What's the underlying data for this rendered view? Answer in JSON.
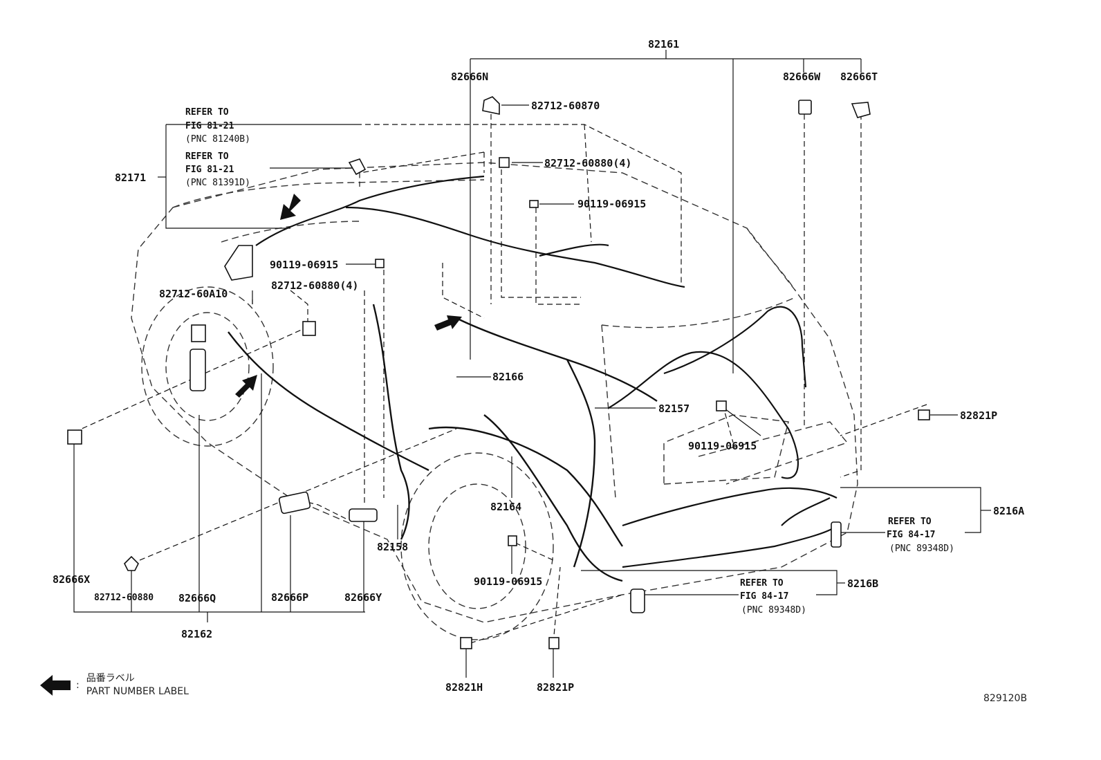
{
  "figure_id": "829120B",
  "legend": {
    "line1": "品番ラベル",
    "line2": "PART NUMBER LABEL"
  },
  "callouts": {
    "p82161": "82161",
    "p82666N": "82666N",
    "p82666W": "82666W",
    "p82666T": "82666T",
    "p82712_60870": "82712-60870",
    "p82712_60880_4_top": "82712-60880(4)",
    "p90119_06915_top": "90119-06915",
    "p90119_06915_mid": "90119-06915",
    "p82712_60880_4_mid": "82712-60880(4)",
    "p82712_60A10": "82712-60A10",
    "p82171": "82171",
    "p82166": "82166",
    "p82157": "82157",
    "p90119_06915_right": "90119-06915",
    "p82821P_right": "82821P",
    "p8216A": "8216A",
    "p82164": "82164",
    "p82158": "82158",
    "p90119_06915_bottom": "90119-06915",
    "p8216B": "8216B",
    "p82666X": "82666X",
    "p82712_60880_low": "82712-60880",
    "p82666Q": "82666Q",
    "p82666P": "82666P",
    "p82666Y": "82666Y",
    "p82162": "82162",
    "p82821H": "82821H",
    "p82821P_bottom": "82821P"
  },
  "refer_notes": {
    "note1": {
      "line1": "REFER TO",
      "line2": "FIG 81-21",
      "line3": "(PNC 81240B)"
    },
    "note2": {
      "line1": "REFER TO",
      "line2": "FIG 81-21",
      "line3": "(PNC 81391D)"
    },
    "note3": {
      "line1": "REFER TO",
      "line2": "FIG 84-17",
      "line3": "(PNC 89348D)"
    },
    "note4": {
      "line1": "REFER TO",
      "line2": "FIG 84-17",
      "line3": "(PNC 89348D)"
    }
  }
}
